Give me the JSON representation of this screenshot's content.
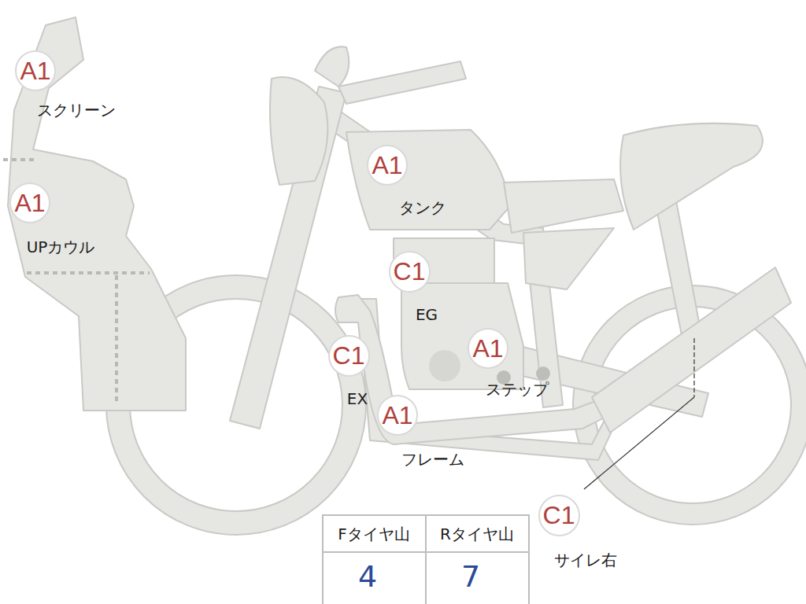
{
  "diagram": {
    "nodes": [
      {
        "text": [
          "A1",
          "スクリーン"
        ]
      },
      {
        "text": [
          "A1",
          "UPカウル"
        ]
      },
      {
        "text": [
          "A1",
          "タンク"
        ]
      },
      {
        "text": [
          "C1",
          "EG"
        ]
      },
      {
        "text": [
          "C1",
          "EX"
        ]
      },
      {
        "text": [
          "A1",
          "ステップ"
        ]
      },
      {
        "text": [
          "A1",
          "フレーム"
        ]
      },
      {
        "text": [
          "C1",
          "サイレ右"
        ]
      }
    ],
    "labels": [
      "Fタイヤ山",
      "Rタイヤ山",
      "4",
      "7"
    ]
  }
}
